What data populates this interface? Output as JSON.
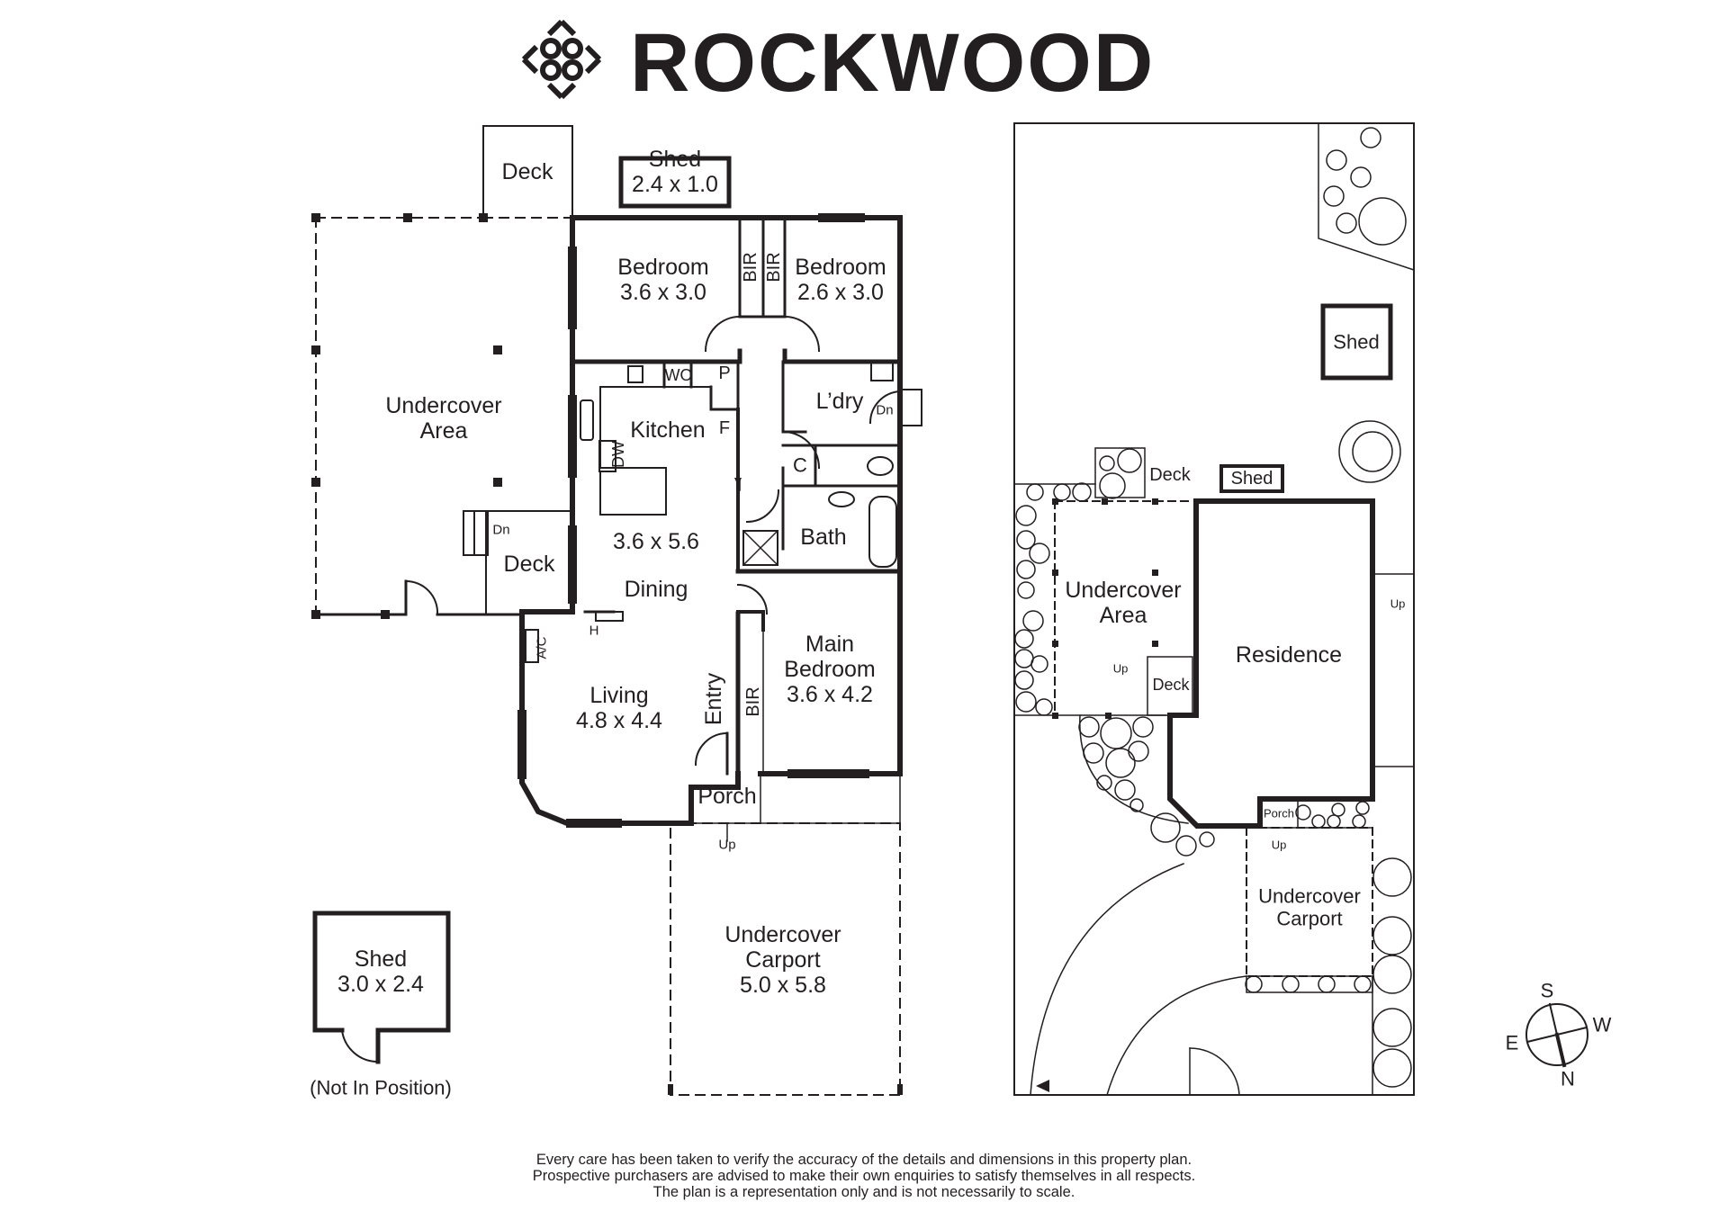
{
  "brand": {
    "name": "ROCKWOOD",
    "logo_icon": "diamond-rings-logo-icon"
  },
  "floor_plan": {
    "rooms": [
      {
        "id": "bedroom-2",
        "name": "Bedroom",
        "size": "3.6 x 3.0"
      },
      {
        "id": "bedroom-3",
        "name": "Bedroom",
        "size": "2.6 x 3.0"
      },
      {
        "id": "kitchen",
        "name": "Kitchen",
        "size": ""
      },
      {
        "id": "dining",
        "name": "Dining",
        "size": "3.6 x 5.6"
      },
      {
        "id": "laundry",
        "name": "L’dry",
        "size": ""
      },
      {
        "id": "bath",
        "name": "Bath",
        "size": ""
      },
      {
        "id": "main-bedroom",
        "name": "Main Bedroom",
        "size": "3.6 x 4.2",
        "line1": "Main",
        "line2": "Bedroom"
      },
      {
        "id": "living",
        "name": "Living",
        "size": "4.8 x 4.4"
      },
      {
        "id": "entry",
        "name": "Entry",
        "size": ""
      },
      {
        "id": "porch",
        "name": "Porch",
        "size": ""
      }
    ],
    "outdoor": {
      "undercover_area": {
        "line1": "Undercover",
        "line2": "Area"
      },
      "deck_top": "Deck",
      "deck_side": "Deck",
      "shed_small": {
        "name": "Shed",
        "size": "2.4 x 1.0"
      },
      "carport": {
        "line1": "Undercover",
        "line2": "Carport",
        "size": "5.0 x 5.8"
      },
      "shed_detached": {
        "name": "Shed",
        "size": "3.0 x 2.4",
        "note": "(Not In Position)"
      }
    },
    "fixtures": {
      "bir": "BIR",
      "wo": "WO",
      "pantry": "P",
      "fridge": "F",
      "dishwasher": "DW",
      "cupboard": "C",
      "heater": "H",
      "air_con": "A/C",
      "down": "Dn",
      "up": "Up"
    }
  },
  "site_plan": {
    "residence": "Residence",
    "undercover_area": {
      "line1": "Undercover",
      "line2": "Area"
    },
    "deck_top": "Deck",
    "deck_side": "Deck",
    "shed_top": "Shed",
    "shed_small": "Shed",
    "porch": "Porch",
    "carport": {
      "line1": "Undercover",
      "line2": "Carport"
    },
    "up": "Up"
  },
  "compass": {
    "north": "N",
    "south": "S",
    "east": "E",
    "west": "W"
  },
  "disclaimer": [
    "Every care has been taken to verify the accuracy of the details and dimensions in this property plan.",
    "Prospective purchasers are advised to make their own enquiries to satisfy themselves in all respects.",
    "The plan is a representation only and is not necessarily to scale."
  ]
}
